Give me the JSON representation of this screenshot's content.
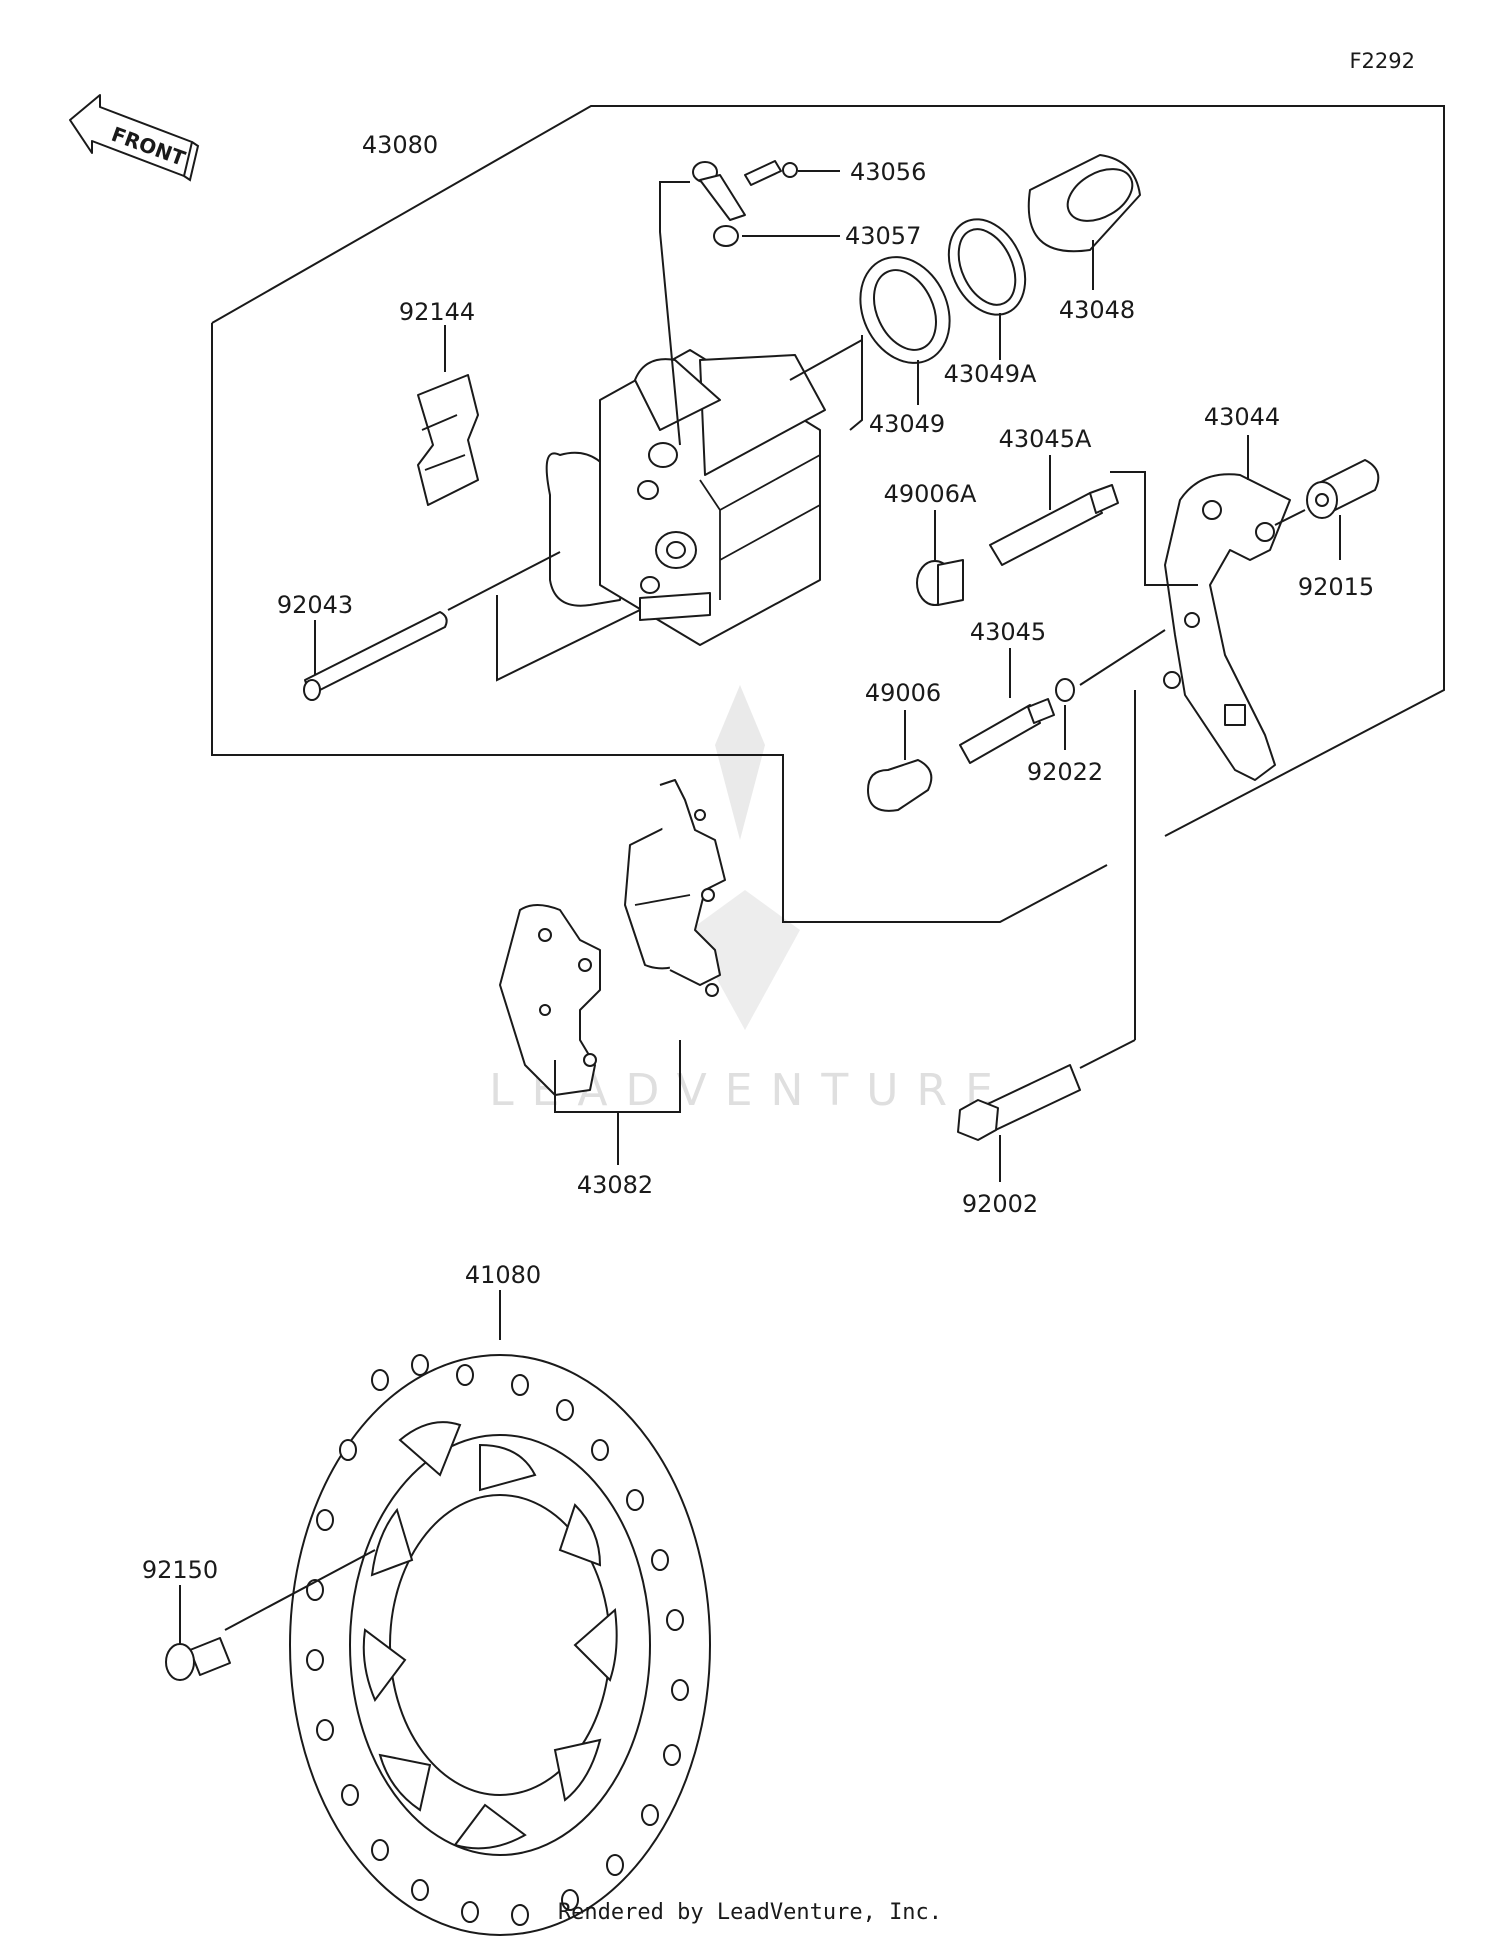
{
  "diagram_id": "F2292",
  "front_arrow_text": "FRONT",
  "watermark_text": "LEADVENTURE",
  "credit": "Rendered by LeadVenture, Inc.",
  "labels": {
    "p43080": "43080",
    "p43056": "43056",
    "p43057": "43057",
    "p43048": "43048",
    "p92144": "92144",
    "p43049A": "43049A",
    "p43049": "43049",
    "p43044": "43044",
    "p43045A": "43045A",
    "p49006A": "49006A",
    "p92015": "92015",
    "p92043": "92043",
    "p43045": "43045",
    "p49006": "49006",
    "p92022": "92022",
    "p43082": "43082",
    "p92002": "92002",
    "p41080": "41080",
    "p92150": "92150"
  }
}
